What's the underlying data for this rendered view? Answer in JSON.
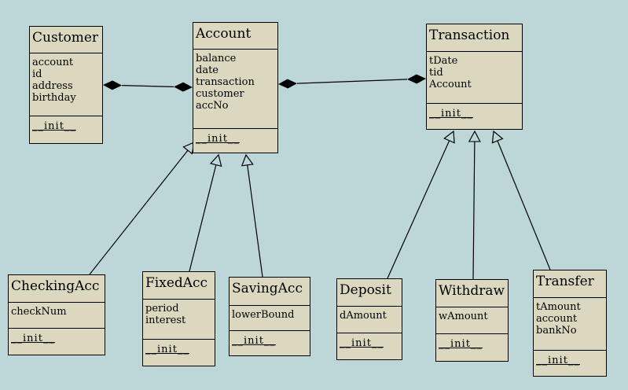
{
  "diagram": {
    "classes": {
      "customer": {
        "name": "Customer",
        "attributes": [
          "account",
          "id",
          "address",
          "birthday"
        ],
        "methods": [
          "__init__"
        ]
      },
      "account": {
        "name": "Account",
        "attributes": [
          "balance",
          "date",
          "transaction",
          "customer",
          "accNo"
        ],
        "methods": [
          "__init__"
        ]
      },
      "transaction": {
        "name": "Transaction",
        "attributes": [
          "tDate",
          "tid",
          "Account"
        ],
        "methods": [
          "__init__"
        ]
      },
      "checking": {
        "name": "CheckingAcc",
        "attributes": [
          "checkNum"
        ],
        "methods": [
          "__init__"
        ]
      },
      "fixed": {
        "name": "FixedAcc",
        "attributes": [
          "period",
          "interest"
        ],
        "methods": [
          "__init__"
        ]
      },
      "saving": {
        "name": "SavingAcc",
        "attributes": [
          "lowerBound"
        ],
        "methods": [
          "__init__"
        ]
      },
      "deposit": {
        "name": "Deposit",
        "attributes": [
          "dAmount"
        ],
        "methods": [
          "__init__"
        ]
      },
      "withdraw": {
        "name": "Withdraw",
        "attributes": [
          "wAmount"
        ],
        "methods": [
          "__init__"
        ]
      },
      "transfer": {
        "name": "Transfer",
        "attributes": [
          "tAmount",
          "account",
          "bankNo"
        ],
        "methods": [
          "__init__"
        ]
      }
    },
    "relationships": [
      {
        "type": "composition",
        "from": "customer",
        "to": "account"
      },
      {
        "type": "composition",
        "from": "account",
        "to": "transaction"
      },
      {
        "type": "generalization",
        "child": "checking",
        "parent": "account"
      },
      {
        "type": "generalization",
        "child": "fixed",
        "parent": "account"
      },
      {
        "type": "generalization",
        "child": "saving",
        "parent": "account"
      },
      {
        "type": "generalization",
        "child": "deposit",
        "parent": "transaction"
      },
      {
        "type": "generalization",
        "child": "withdraw",
        "parent": "transaction"
      },
      {
        "type": "generalization",
        "child": "transfer",
        "parent": "transaction"
      }
    ],
    "colors": {
      "background": "#bdd7d9",
      "class_fill": "#dcd8c0",
      "line": "#000000"
    }
  }
}
